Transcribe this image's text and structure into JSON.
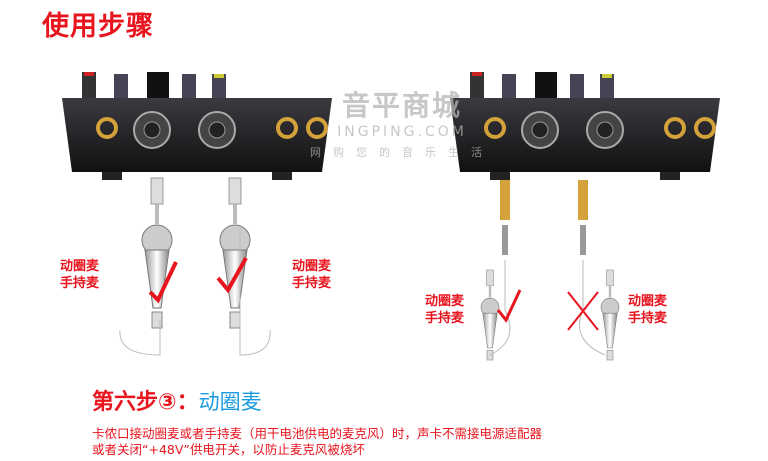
{
  "title": "使用步骤",
  "watermark": {
    "brand": "音平商城",
    "domain": "INGPING.COM",
    "slogan": "网购您的音乐生活"
  },
  "left_panel": {
    "mic_label_1": "动圈麦",
    "mic_label_2": "手持麦",
    "left_status": "check",
    "right_status": "check"
  },
  "right_panel": {
    "mic_label_1": "动圈麦",
    "mic_label_2": "手持麦",
    "left_status": "check",
    "right_status": "cross"
  },
  "step": {
    "heading": "第六步③：",
    "subject": "动圈麦"
  },
  "description": {
    "line1": "卡侬口接动圈麦或者手持麦（用干电池供电的麦克风）时，声卡不需接电源适配器",
    "line2": "或者关闭“+48V”供电开关，以防止麦克风被烧坏"
  },
  "colors": {
    "accent_red": "#e8141e",
    "accent_blue": "#1a9be0",
    "device_body": "#1e1e22"
  }
}
